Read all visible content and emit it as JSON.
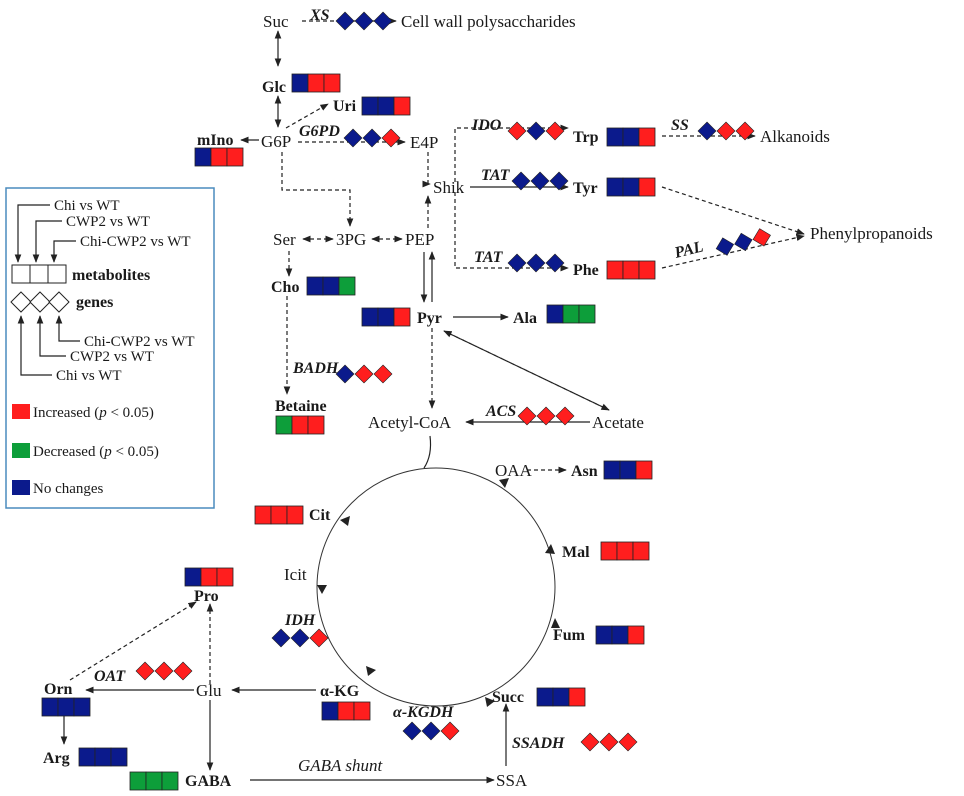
{
  "colors": {
    "increased": "#ff1e1e",
    "decreased": "#0d9e3a",
    "unchanged": "#0b1a8c",
    "legend_border": "#4a8bbd",
    "line": "#222222"
  },
  "legend": {
    "comparisons": [
      "Chi vs WT",
      "CWP2 vs WT",
      "Chi-CWP2 vs WT"
    ],
    "metabolites_label": "metabolites",
    "genes_label": "genes",
    "increased_label": "Increased (",
    "increased_p": "p",
    "increased_suffix": " < 0.05)",
    "decreased_label": "Decreased (",
    "decreased_p": "p",
    "decreased_suffix": " < 0.05)",
    "nochange_label": "No changes"
  },
  "labels": {
    "suc": "Suc",
    "cell_wall": "Cell wall  polysaccharides",
    "g6p": "G6P",
    "e4p": "E4P",
    "shik": "Shik",
    "alkanoids": "Alkanoids",
    "phenylpropanoids": "Phenylpropanoids",
    "ser": "Ser",
    "pg3": "3PG",
    "pep": "PEP",
    "acetyl_coa": "Acetyl-CoA",
    "acetate": "Acetate",
    "oaa": "OAA",
    "icit": "Icit",
    "glu": "Glu",
    "ssa": "SSA",
    "gaba_shunt": "GABA shunt"
  },
  "metabolites": [
    {
      "id": "glc",
      "name": "Glc",
      "states": [
        "unchanged",
        "increased",
        "increased"
      ]
    },
    {
      "id": "uri",
      "name": "Uri",
      "states": [
        "unchanged",
        "unchanged",
        "increased"
      ]
    },
    {
      "id": "mino",
      "name": "mIno",
      "states": [
        "unchanged",
        "increased",
        "increased"
      ]
    },
    {
      "id": "trp",
      "name": "Trp",
      "states": [
        "unchanged",
        "unchanged",
        "increased"
      ]
    },
    {
      "id": "tyr",
      "name": "Tyr",
      "states": [
        "unchanged",
        "unchanged",
        "increased"
      ]
    },
    {
      "id": "phe",
      "name": "Phe",
      "states": [
        "increased",
        "increased",
        "increased"
      ]
    },
    {
      "id": "cho",
      "name": "Cho",
      "states": [
        "unchanged",
        "unchanged",
        "decreased"
      ]
    },
    {
      "id": "pyr",
      "name": "Pyr",
      "states": [
        "unchanged",
        "unchanged",
        "increased"
      ]
    },
    {
      "id": "ala",
      "name": "Ala",
      "states": [
        "unchanged",
        "decreased",
        "decreased"
      ]
    },
    {
      "id": "betaine",
      "name": "Betaine",
      "states": [
        "decreased",
        "increased",
        "increased"
      ]
    },
    {
      "id": "asn",
      "name": "Asn",
      "states": [
        "unchanged",
        "unchanged",
        "increased"
      ]
    },
    {
      "id": "cit",
      "name": "Cit",
      "states": [
        "increased",
        "increased",
        "increased"
      ]
    },
    {
      "id": "mal",
      "name": "Mal",
      "states": [
        "increased",
        "increased",
        "increased"
      ]
    },
    {
      "id": "pro",
      "name": "Pro",
      "states": [
        "unchanged",
        "increased",
        "increased"
      ]
    },
    {
      "id": "fum",
      "name": "Fum",
      "states": [
        "unchanged",
        "unchanged",
        "increased"
      ]
    },
    {
      "id": "orn",
      "name": "Orn",
      "states": [
        "unchanged",
        "unchanged",
        "unchanged"
      ]
    },
    {
      "id": "akg",
      "name": "α-KG",
      "states": [
        "unchanged",
        "increased",
        "increased"
      ]
    },
    {
      "id": "succ",
      "name": "Succ",
      "states": [
        "unchanged",
        "unchanged",
        "increased"
      ]
    },
    {
      "id": "arg",
      "name": "Arg",
      "states": [
        "unchanged",
        "unchanged",
        "unchanged"
      ]
    },
    {
      "id": "gaba",
      "name": "GABA",
      "states": [
        "decreased",
        "decreased",
        "decreased"
      ]
    }
  ],
  "genes": [
    {
      "id": "xs",
      "name": "XS",
      "states": [
        "unchanged",
        "unchanged",
        "unchanged"
      ]
    },
    {
      "id": "g6pd",
      "name": "G6PD",
      "states": [
        "unchanged",
        "unchanged",
        "increased"
      ]
    },
    {
      "id": "ido",
      "name": "IDO",
      "states": [
        "increased",
        "unchanged",
        "increased"
      ]
    },
    {
      "id": "ss",
      "name": "SS",
      "states": [
        "unchanged",
        "increased",
        "increased"
      ]
    },
    {
      "id": "tat1",
      "name": "TAT",
      "states": [
        "unchanged",
        "unchanged",
        "unchanged"
      ]
    },
    {
      "id": "tat2",
      "name": "TAT",
      "states": [
        "unchanged",
        "unchanged",
        "unchanged"
      ]
    },
    {
      "id": "pal",
      "name": "PAL",
      "states": [
        "unchanged",
        "unchanged",
        "increased"
      ]
    },
    {
      "id": "badh",
      "name": "BADH",
      "states": [
        "unchanged",
        "increased",
        "increased"
      ]
    },
    {
      "id": "acs",
      "name": "ACS",
      "states": [
        "increased",
        "increased",
        "increased"
      ]
    },
    {
      "id": "idh",
      "name": "IDH",
      "states": [
        "unchanged",
        "unchanged",
        "increased"
      ]
    },
    {
      "id": "oat",
      "name": "OAT",
      "states": [
        "increased",
        "increased",
        "increased"
      ]
    },
    {
      "id": "akgdh",
      "name": "α-KGDH",
      "states": [
        "unchanged",
        "unchanged",
        "increased"
      ]
    },
    {
      "id": "ssadh",
      "name": "SSADH",
      "states": [
        "increased",
        "increased",
        "increased"
      ]
    }
  ]
}
